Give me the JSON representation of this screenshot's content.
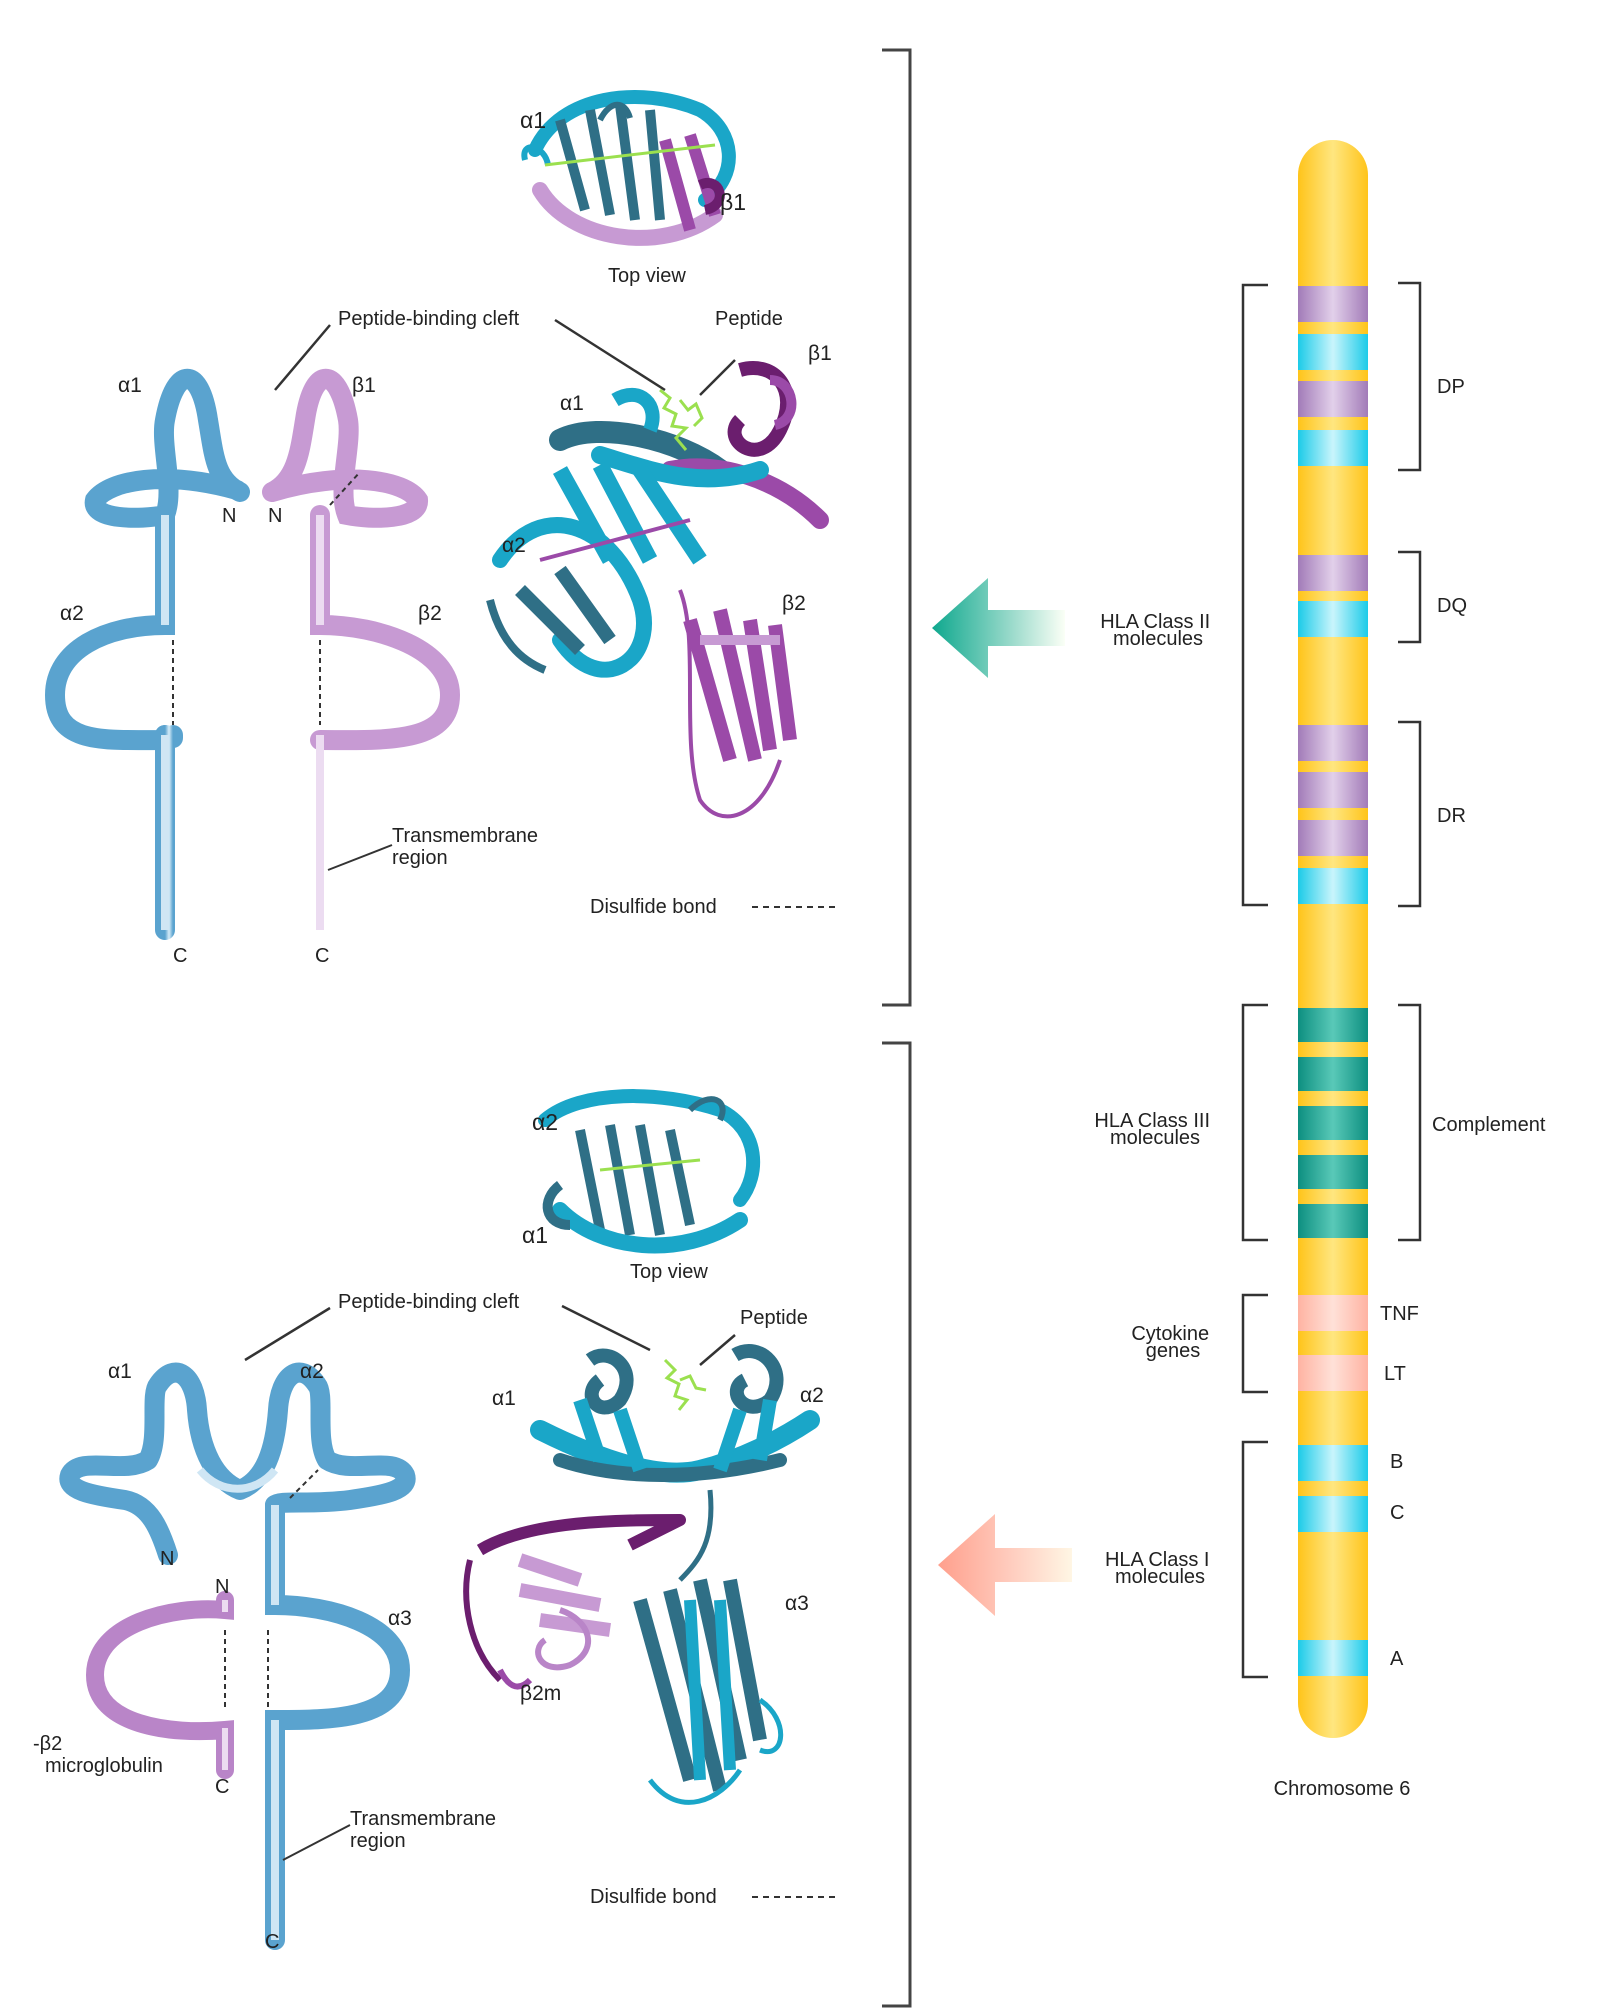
{
  "colors": {
    "alpha_chain": "#6fb0d6",
    "alpha_chain_light": "#cfe6f4",
    "beta_chain": "#c79ad3",
    "beta_chain_light": "#ecdcf1",
    "ribbon_cyan": "#1aa6c8",
    "ribbon_dark": "#2f6f86",
    "ribbon_purple": "#9b4aa8",
    "ribbon_dark_purple": "#6b1e6e",
    "peptide": "#9be04f",
    "chromosome": "#ffcc22",
    "band_class2": "#b28fc6",
    "band_cyan": "#22d4ee",
    "band_complement": "#13a091",
    "band_cytokine": "#ffbfae",
    "arrow_class2": "#12a890",
    "arrow_class1": "#ffad9c"
  },
  "class2": {
    "top_view": {
      "alpha1": "α1",
      "beta1": "β1",
      "caption": "Top view"
    },
    "cleft_label": "Peptide-binding cleft",
    "peptide_label": "Peptide",
    "schematic": {
      "alpha1": "α1",
      "beta1": "β1",
      "alpha2": "α2",
      "beta2": "β2",
      "n_left": "N",
      "n_right": "N",
      "c_left": "C",
      "c_right": "C"
    },
    "ribbon": {
      "alpha1": "α1",
      "alpha2": "α2",
      "beta1": "β1",
      "beta2": "β2"
    },
    "transmembrane_label": [
      "Transmembrane",
      "region"
    ],
    "disulfide_label": "Disulfide bond"
  },
  "class1": {
    "top_view": {
      "alpha2": "α2",
      "alpha1": "α1",
      "caption": "Top view"
    },
    "cleft_label": "Peptide-binding cleft",
    "peptide_label": "Peptide",
    "schematic": {
      "alpha1": "α1",
      "alpha2": "α2",
      "alpha3": "α3",
      "n_alpha": "N",
      "n_b2m": "N",
      "c_b2m": "C",
      "c_alpha": "C",
      "b2m_label": [
        "-β2",
        "microglobulin"
      ]
    },
    "ribbon": {
      "alpha1": "α1",
      "alpha2": "α2",
      "alpha3": "α3",
      "b2m": "β2m"
    },
    "transmembrane_label": [
      "Transmembrane",
      "region"
    ],
    "disulfide_label": "Disulfide bond"
  },
  "chromosome": {
    "caption": "Chromosome 6",
    "class2_label": [
      "HLA Class II",
      "molecules"
    ],
    "class3_label": [
      "HLA Class III",
      "molecules"
    ],
    "cytokine_label": [
      "Cytokine",
      "genes"
    ],
    "class1_label": [
      "HLA Class I",
      "molecules"
    ],
    "loci": {
      "dp": "DP",
      "dq": "DQ",
      "dr": "DR",
      "complement": "Complement",
      "tnf": "TNF",
      "lt": "LT",
      "b": "B",
      "c": "C",
      "a": "A"
    }
  }
}
